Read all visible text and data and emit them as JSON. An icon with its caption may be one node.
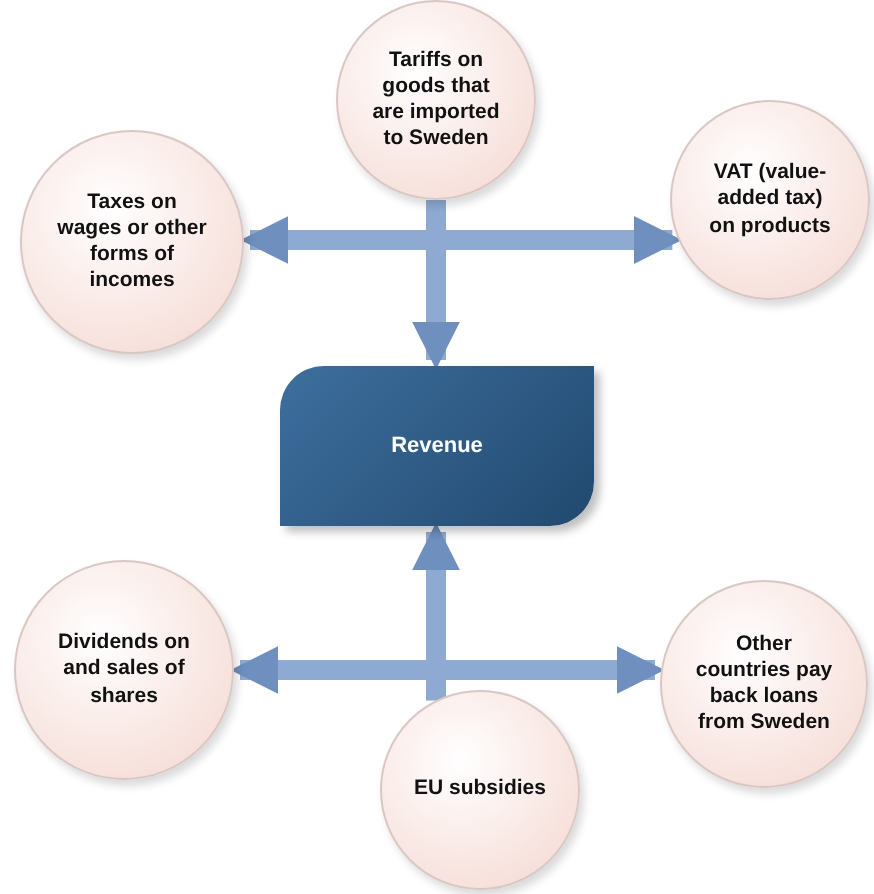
{
  "diagram": {
    "nodes": [
      {
        "text": [
          "Taxes on wages or other forms of incomes"
        ]
      },
      {
        "text": [
          "Tariffs on goods that are imported to Sweden"
        ]
      },
      {
        "text": [
          "VAT (value-added tax) on products"
        ]
      },
      {
        "text": [
          "Revenue"
        ]
      },
      {
        "text": [
          "Dividends on and sales of shares"
        ]
      },
      {
        "text": [
          "Other countries pay back loans from Sweden"
        ]
      },
      {
        "text": [
          "EU subsidies"
        ]
      }
    ],
    "edges": [
      {
        "from": 1,
        "to": 0,
        "arrow": "to"
      },
      {
        "from": 1,
        "to": 2,
        "arrow": "to"
      },
      {
        "from": 1,
        "to": 3,
        "arrow": "to"
      },
      {
        "from": 6,
        "to": 4,
        "arrow": "to"
      },
      {
        "from": 6,
        "to": 5,
        "arrow": "to"
      },
      {
        "from": 6,
        "to": 3,
        "arrow": "to"
      }
    ]
  }
}
